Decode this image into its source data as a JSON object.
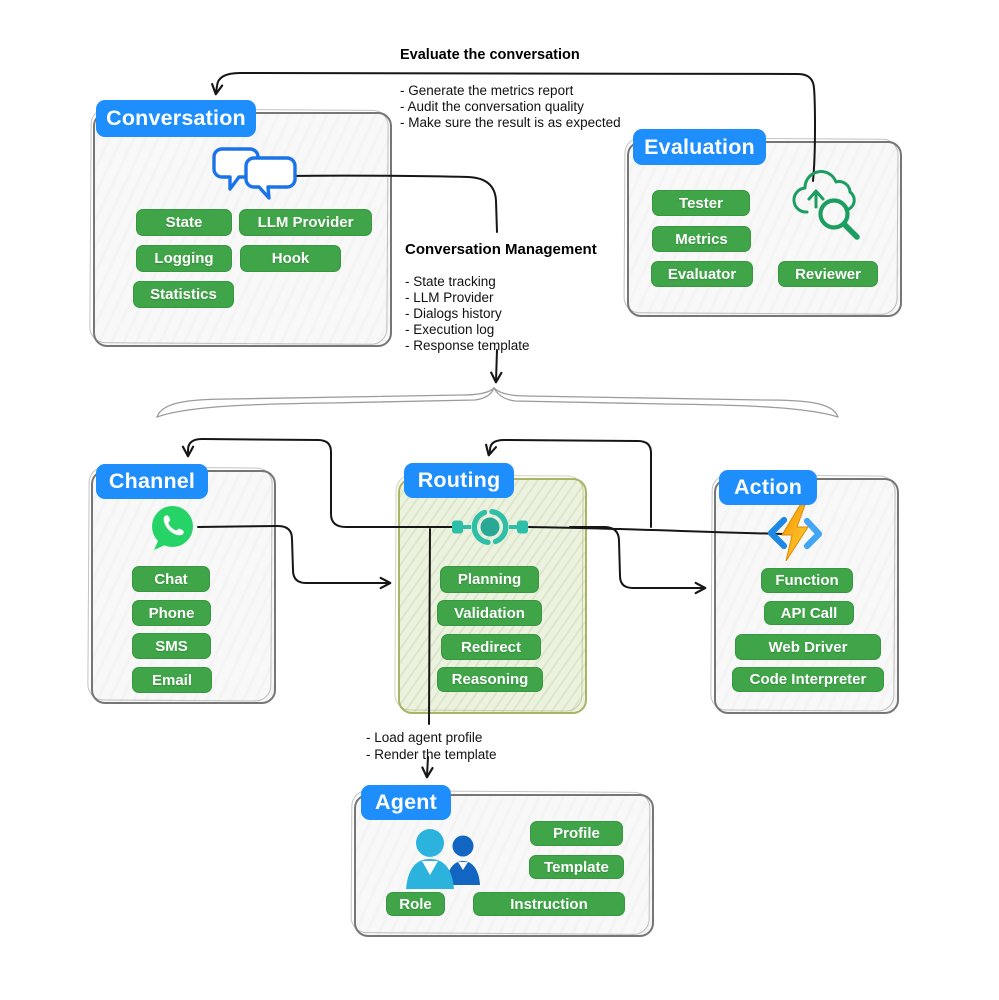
{
  "notes": {
    "evaluate": {
      "title": "Evaluate the conversation",
      "lines": [
        "- Generate the metrics report",
        "- Audit the conversation quality",
        "- Make sure the result is as expected"
      ]
    },
    "management": {
      "title": "Conversation Management",
      "lines": [
        "- State tracking",
        "- LLM Provider",
        "- Dialogs history",
        "- Execution log",
        "- Response template"
      ]
    },
    "agent_load": {
      "lines": [
        "- Load agent profile",
        "- Render the template"
      ]
    }
  },
  "boxes": {
    "conversation": {
      "title": "Conversation",
      "icon": "chat-bubbles-icon",
      "pills": [
        "State",
        "LLM Provider",
        "Logging",
        "Hook",
        "Statistics"
      ]
    },
    "evaluation": {
      "title": "Evaluation",
      "icon": "cloud-search-icon",
      "pills": [
        "Tester",
        "Metrics",
        "Evaluator",
        "Reviewer"
      ]
    },
    "channel": {
      "title": "Channel",
      "icon": "whatsapp-icon",
      "pills": [
        "Chat",
        "Phone",
        "SMS",
        "Email"
      ]
    },
    "routing": {
      "title": "Routing",
      "icon": "routing-hub-icon",
      "pills": [
        "Planning",
        "Validation",
        "Redirect",
        "Reasoning"
      ]
    },
    "action": {
      "title": "Action",
      "icon": "code-lightning-icon",
      "pills": [
        "Function",
        "API Call",
        "Web Driver",
        "Code Interpreter"
      ]
    },
    "agent": {
      "title": "Agent",
      "icon": "people-icon",
      "pills": [
        "Profile",
        "Template",
        "Role",
        "Instruction"
      ]
    }
  },
  "colors": {
    "header_blue": "#1e8efd",
    "pill_green": "#3fa548",
    "routing_border": "#a9b465",
    "routing_fill": "#ecf2e0",
    "box_border": "#767676",
    "connector": "#161616",
    "brace_gray": "#9b9b9b",
    "whatsapp_green": "#25d366",
    "hub_teal": "#2fbfa9",
    "eval_icon_green": "#1c9e60",
    "chat_icon_blue": "#1a73e8",
    "bolt_orange": "#f59300",
    "bolt_yellow": "#ffd43b",
    "person_light_blue": "#2cb3dd",
    "person_dark_blue": "#1266c2"
  }
}
